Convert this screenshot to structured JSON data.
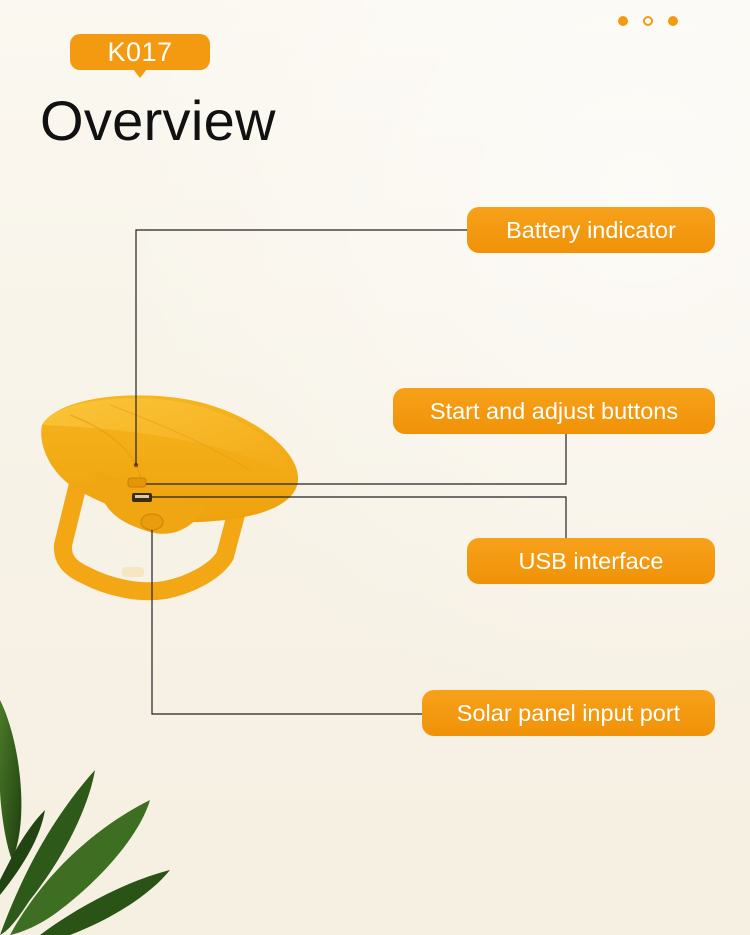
{
  "header": {
    "model_tag": "K017",
    "title": "Overview"
  },
  "pager": {
    "dots": [
      "filled",
      "outlined",
      "filled"
    ],
    "accent": "#f39a11"
  },
  "callouts": [
    {
      "label": "Battery indicator"
    },
    {
      "label": "Start and adjust buttons"
    },
    {
      "label": "USB interface"
    },
    {
      "label": "Solar panel input port"
    }
  ],
  "colors": {
    "accent": "#f39a11",
    "product": "#f6b51d",
    "leaf": "#2f5a1c",
    "background": "#f8f4ea"
  }
}
